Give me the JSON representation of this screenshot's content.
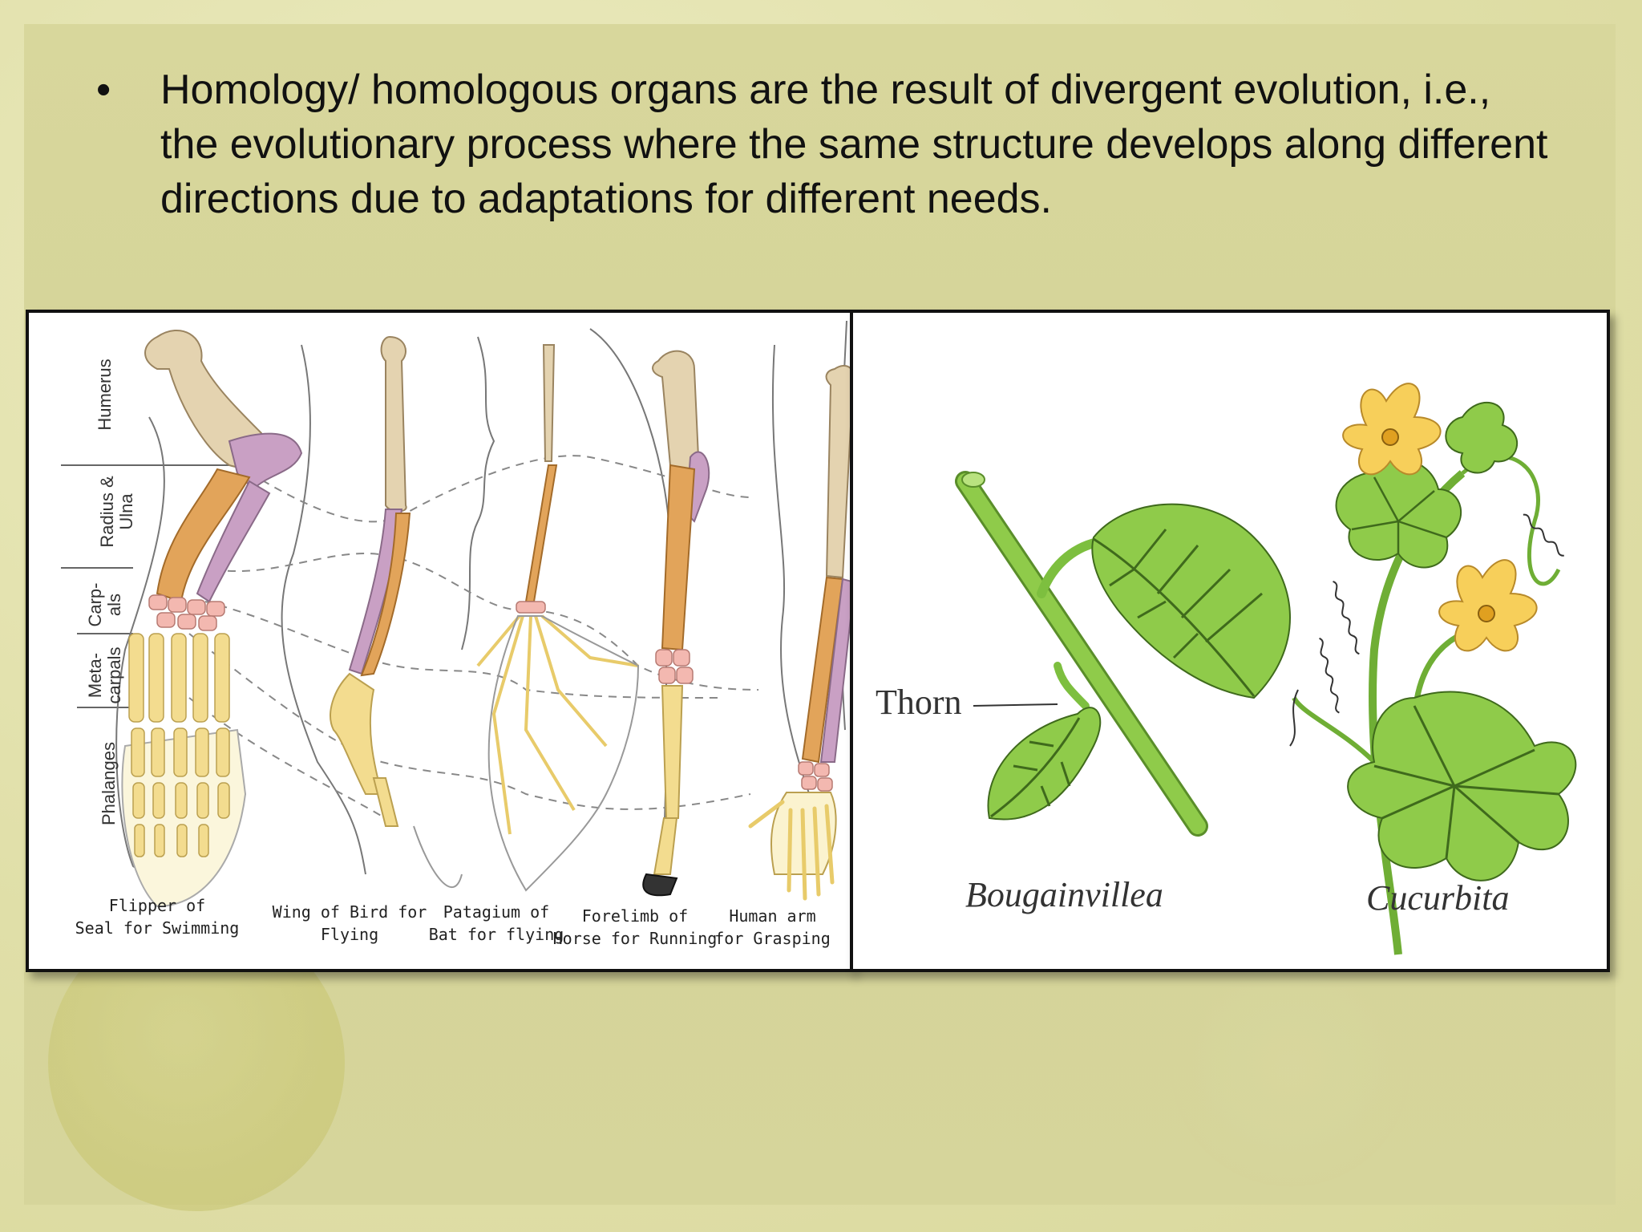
{
  "slide": {
    "bullet": "•",
    "text": "Homology/ homologous organs are the result of divergent evolution, i.e., the evolutionary process where the same structure develops along different directions due to adaptations for different needs."
  },
  "limbs": {
    "bone_labels": [
      "Humerus",
      "Radius & Ulna",
      "Carp- als",
      "Meta- carpals",
      "Phalanges"
    ],
    "captions": [
      "Flipper of\nSeal for Swimming",
      "Wing of Bird for\nFlying",
      "Patagium of\nBat for flying",
      "Forelimb of\nHorse for Running",
      "Human arm\nfor Grasping"
    ]
  },
  "plants": {
    "thorn_label": "Thorn",
    "names": [
      "Bougainvillea",
      "Cucurbita"
    ]
  },
  "colors": {
    "humerus": "#e4d3b0",
    "radius": "#e2a45a",
    "ulna": "#c9a0c4",
    "carpals": "#f3b8b0",
    "phalanges": "#f3dc8f",
    "leaf": "#8fcb4a",
    "stem": "#7dbf3f",
    "flower": "#f7cf5a"
  }
}
